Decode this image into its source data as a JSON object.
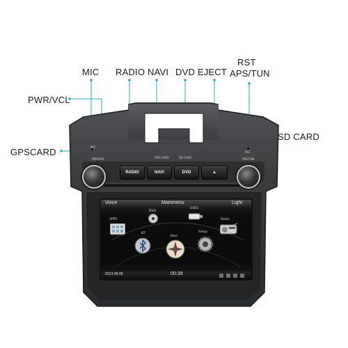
{
  "callouts": {
    "mic": "MIC",
    "radio_navi": "RADIO NAVI",
    "dvd_eject": "DVD EJECT",
    "rst": "RST",
    "aps_tun": "APS/TUN",
    "pwr_vcl": "PWR/VCL",
    "sd_card": "SD CARD",
    "gpscard": "GPSCARD"
  },
  "panel": {
    "mic_small": "MIC",
    "pwr_small": "PWR/VCL",
    "gps_small": "GPS CARD",
    "sd_small": "SD CARD",
    "rst_small": "RST",
    "aps_small": "APS/TUN",
    "buttons": {
      "radio": "RADIO",
      "navi": "NAVI",
      "dvd": "DVD",
      "eject": "▲"
    }
  },
  "screen": {
    "left_header": "Voice",
    "title": "Mainmenu",
    "right_header": "Light",
    "date": "2013-08-08",
    "time": "00:39",
    "apps": {
      "dvd": "DVD",
      "usb": "USB2",
      "apps": "APPS",
      "radio": "Radio",
      "bt": "BT",
      "navi": "Navi",
      "setup": "Setup"
    }
  },
  "colors": {
    "callout_line": "#2aa6c8",
    "panel": "#3a3b3d"
  }
}
